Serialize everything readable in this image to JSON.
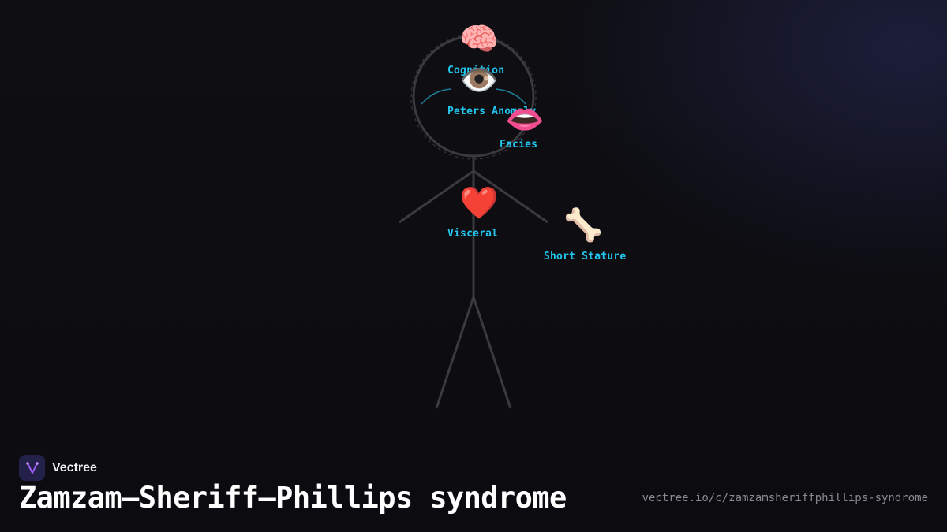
{
  "brand": {
    "name": "Vectree"
  },
  "page": {
    "title": "Zamzam–Sheriff–Phillips syndrome",
    "url": "vectree.io/c/zamzamsheriffphillips-syndrome"
  },
  "features": [
    {
      "label": "Cognition",
      "icon": "brain-icon"
    },
    {
      "label": "Peters Anomaly",
      "icon": "eye-icon"
    },
    {
      "label": "Facies",
      "icon": "mouth-icon"
    },
    {
      "label": "Visceral",
      "icon": "heart-icon"
    },
    {
      "label": "Short Stature",
      "icon": "bone-icon"
    }
  ],
  "colors": {
    "background": "#0e0e13",
    "label": "#22c6ee",
    "figure": "#3a3a3f",
    "accent_line": "#1f7f9c"
  }
}
